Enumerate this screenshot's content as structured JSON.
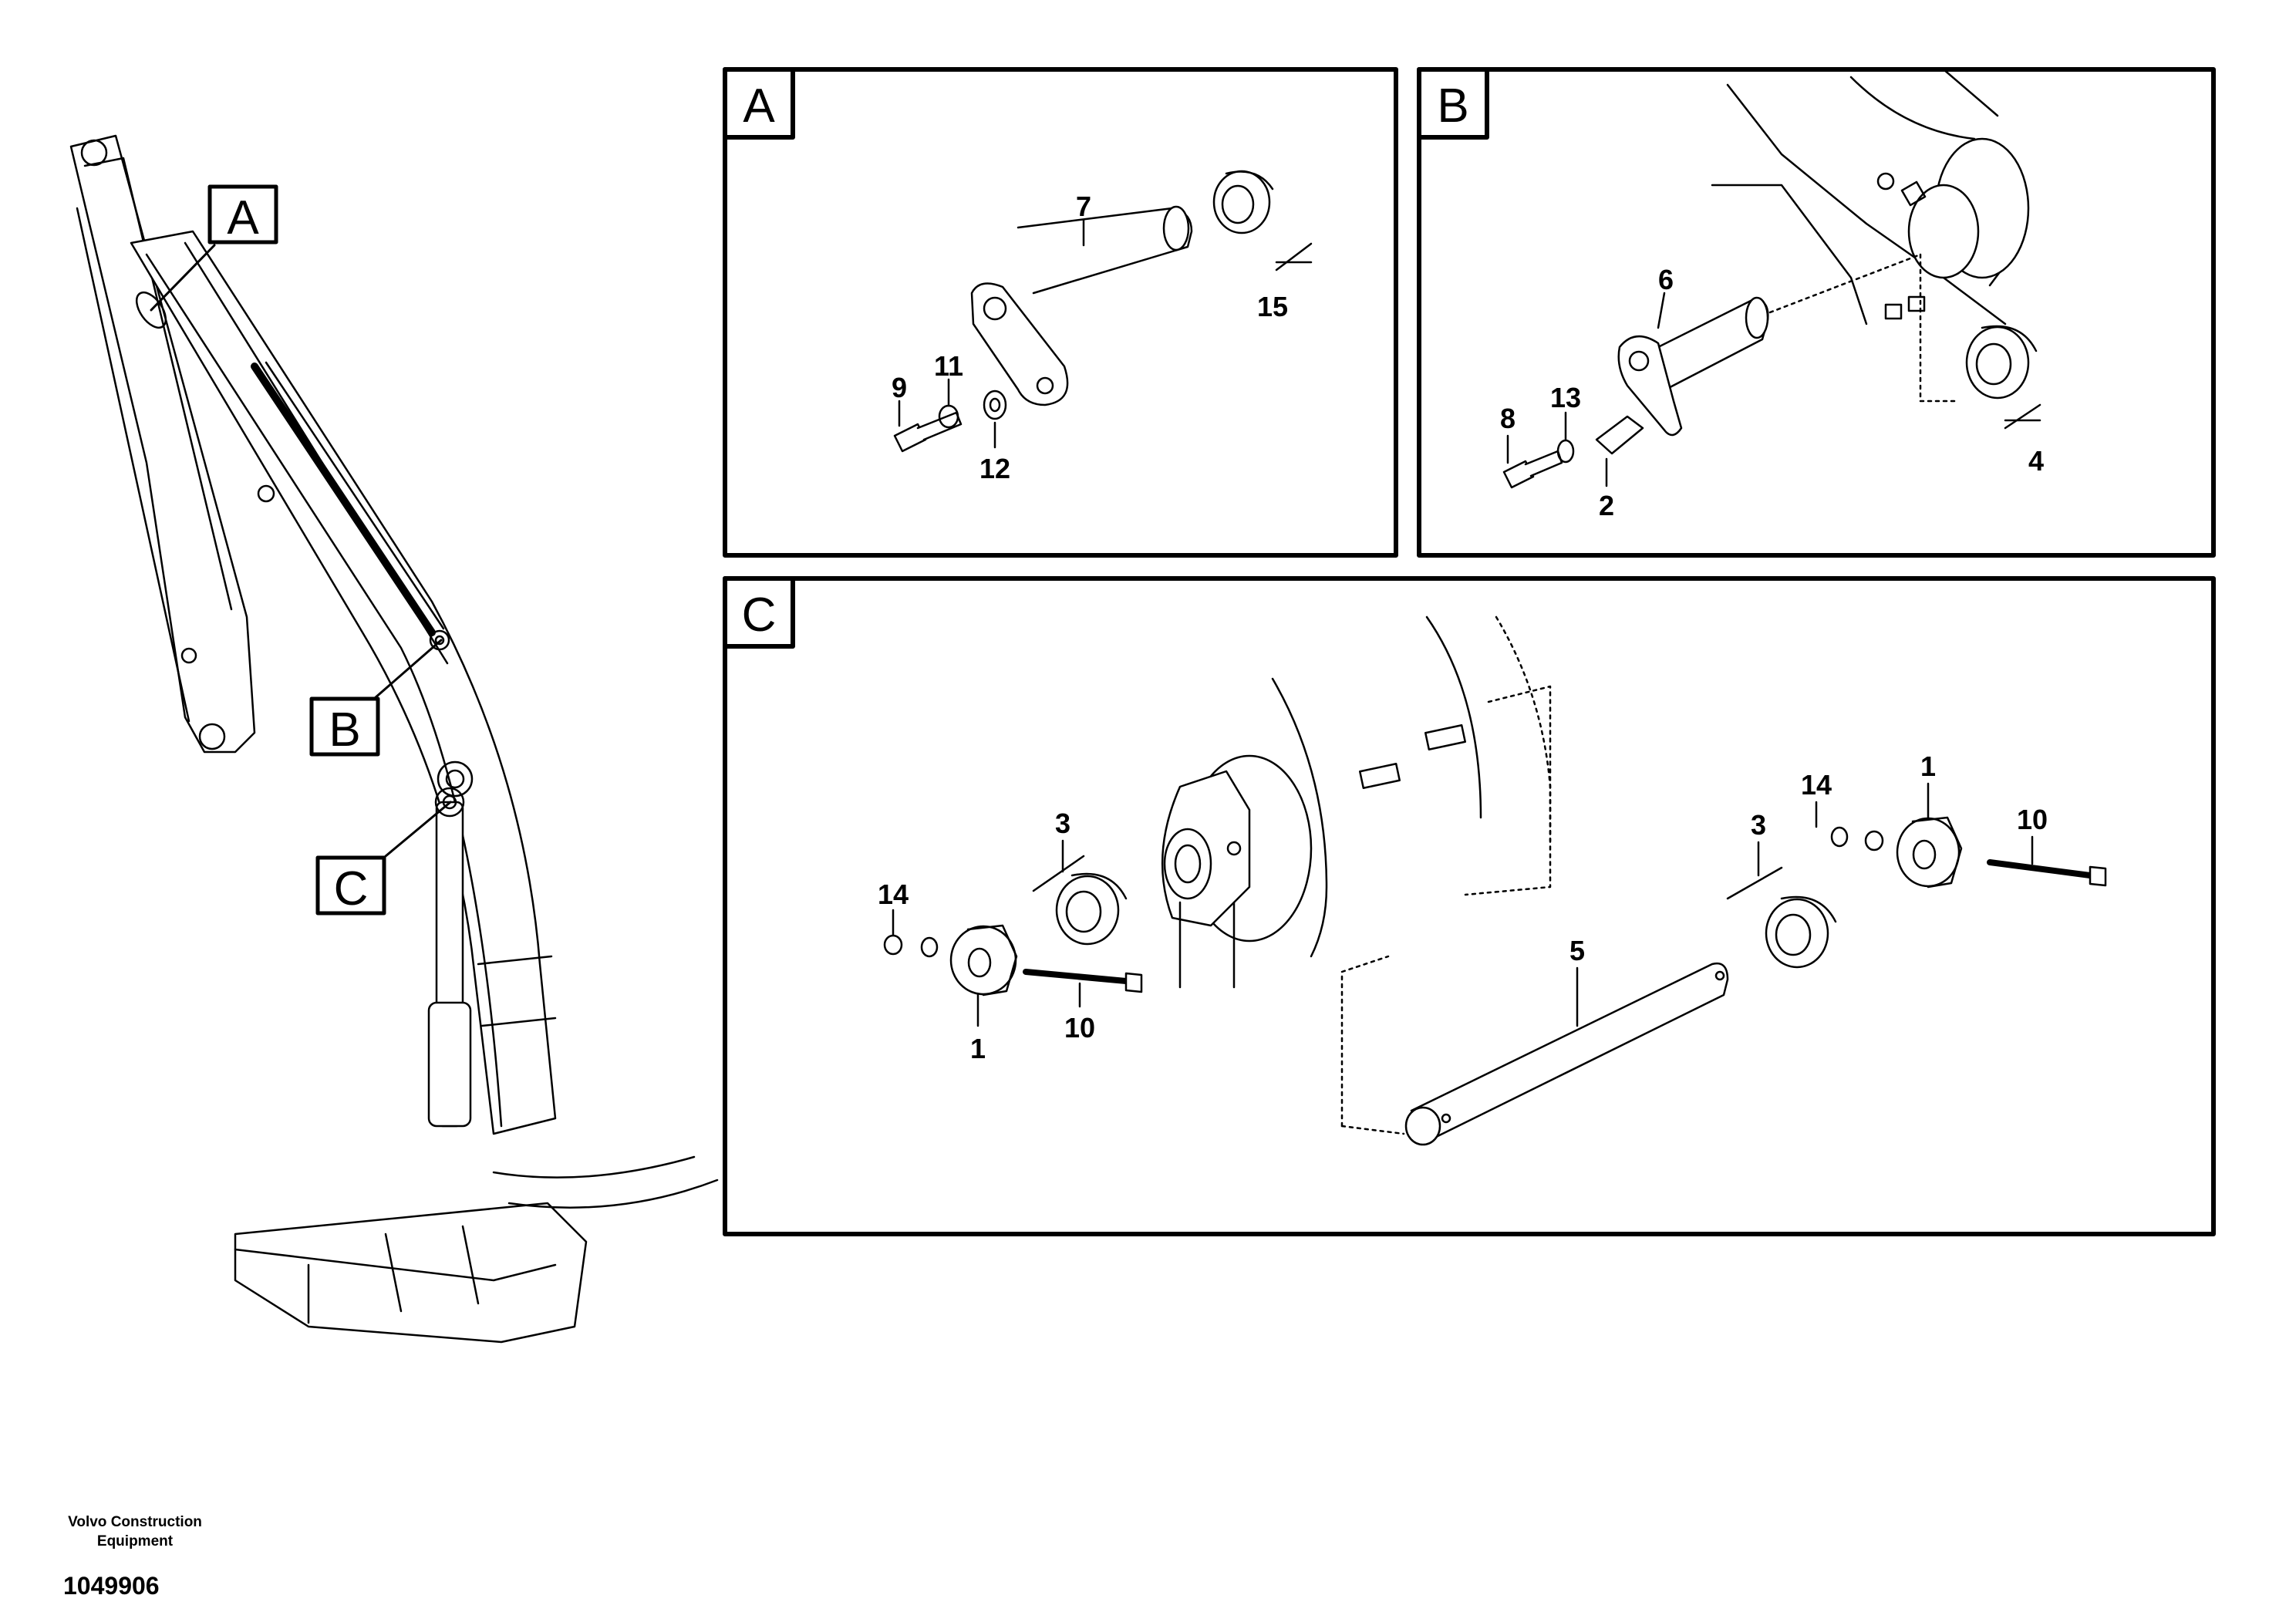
{
  "drawing": {
    "overview_callouts": {
      "a": "A",
      "b": "B",
      "c": "C"
    },
    "panel_a": {
      "tag": "A",
      "callouts": {
        "pin": "7",
        "spacer": "15",
        "screw": "9",
        "washer": "11",
        "flat_washer": "12"
      }
    },
    "panel_b": {
      "tag": "B",
      "callouts": {
        "pin": "6",
        "spacer": "4",
        "screw": "8",
        "washer": "13",
        "lock_plate": "2"
      }
    },
    "panel_c": {
      "tag": "C",
      "callouts": {
        "left_nut": "14",
        "left_collar": "1",
        "left_spacer": "3",
        "left_bolt": "10",
        "pin": "5",
        "right_nut": "14",
        "right_collar": "1",
        "right_spacer": "3",
        "right_bolt": "10"
      }
    }
  },
  "footer": {
    "company_line1": "Volvo Construction",
    "company_line2": "Equipment",
    "drawing_number": "1049906"
  },
  "colors": {
    "ink": "#000000",
    "paper": "#ffffff"
  }
}
